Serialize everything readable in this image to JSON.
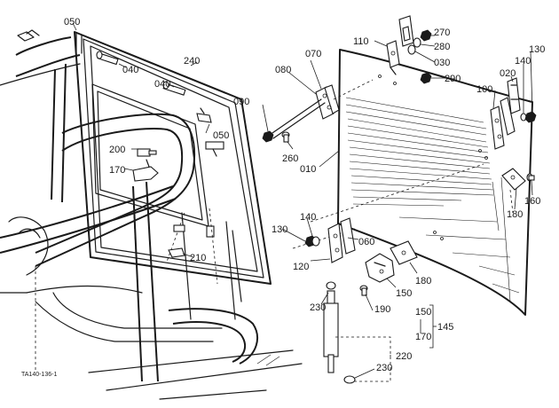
{
  "figure": {
    "reference_code": "TA140-136-1"
  },
  "callouts": {
    "p050a": "050",
    "p050b": "050",
    "p240": "240",
    "p040a": "040",
    "p040b": "040",
    "p200": "200",
    "p170": "170",
    "p070": "070",
    "p080": "080",
    "p090": "090",
    "p260": "260",
    "p010": "010",
    "p110": "110",
    "p270": "270",
    "p280": "280",
    "p030": "030",
    "p290": "290",
    "p130a": "130",
    "p020": "020",
    "p140a": "140",
    "p100": "100",
    "p160": "160",
    "p180a": "180",
    "p130b": "130",
    "p140b": "140",
    "p060": "060",
    "p120": "120",
    "p210": "210",
    "p180b": "180",
    "p150": "150",
    "p230a": "230",
    "p190": "190",
    "p230b": "230",
    "p220": "220"
  },
  "assembly_note": {
    "left_top": "150",
    "left_bottom": "170",
    "combined": "145"
  }
}
